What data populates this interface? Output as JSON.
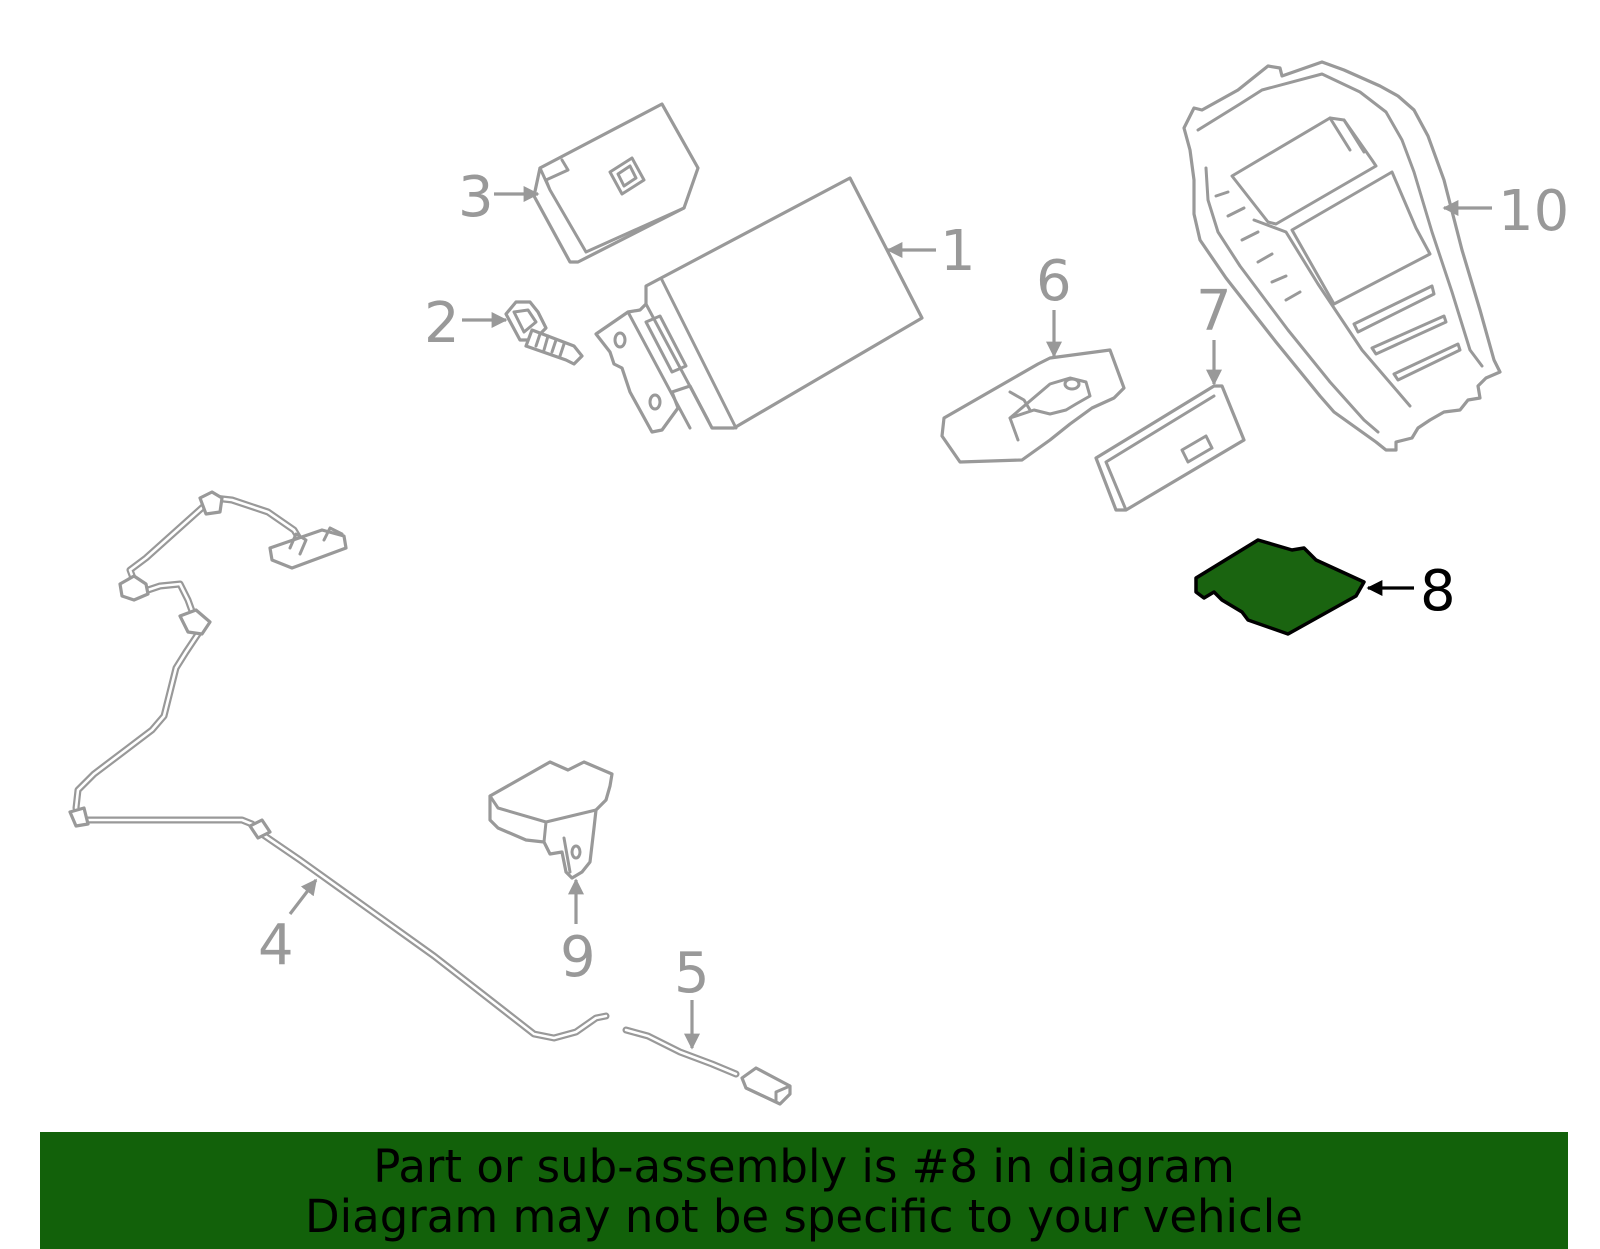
{
  "diagram": {
    "highlight_color": "#1a6410",
    "callouts": [
      "1",
      "2",
      "3",
      "4",
      "5",
      "6",
      "7",
      "8",
      "9",
      "10"
    ],
    "highlighted_callout": "8"
  },
  "banner": {
    "background": "#12610a",
    "line1": "Part or sub-assembly is #8 in diagram",
    "line2": "Diagram may not be specific to your vehicle"
  }
}
